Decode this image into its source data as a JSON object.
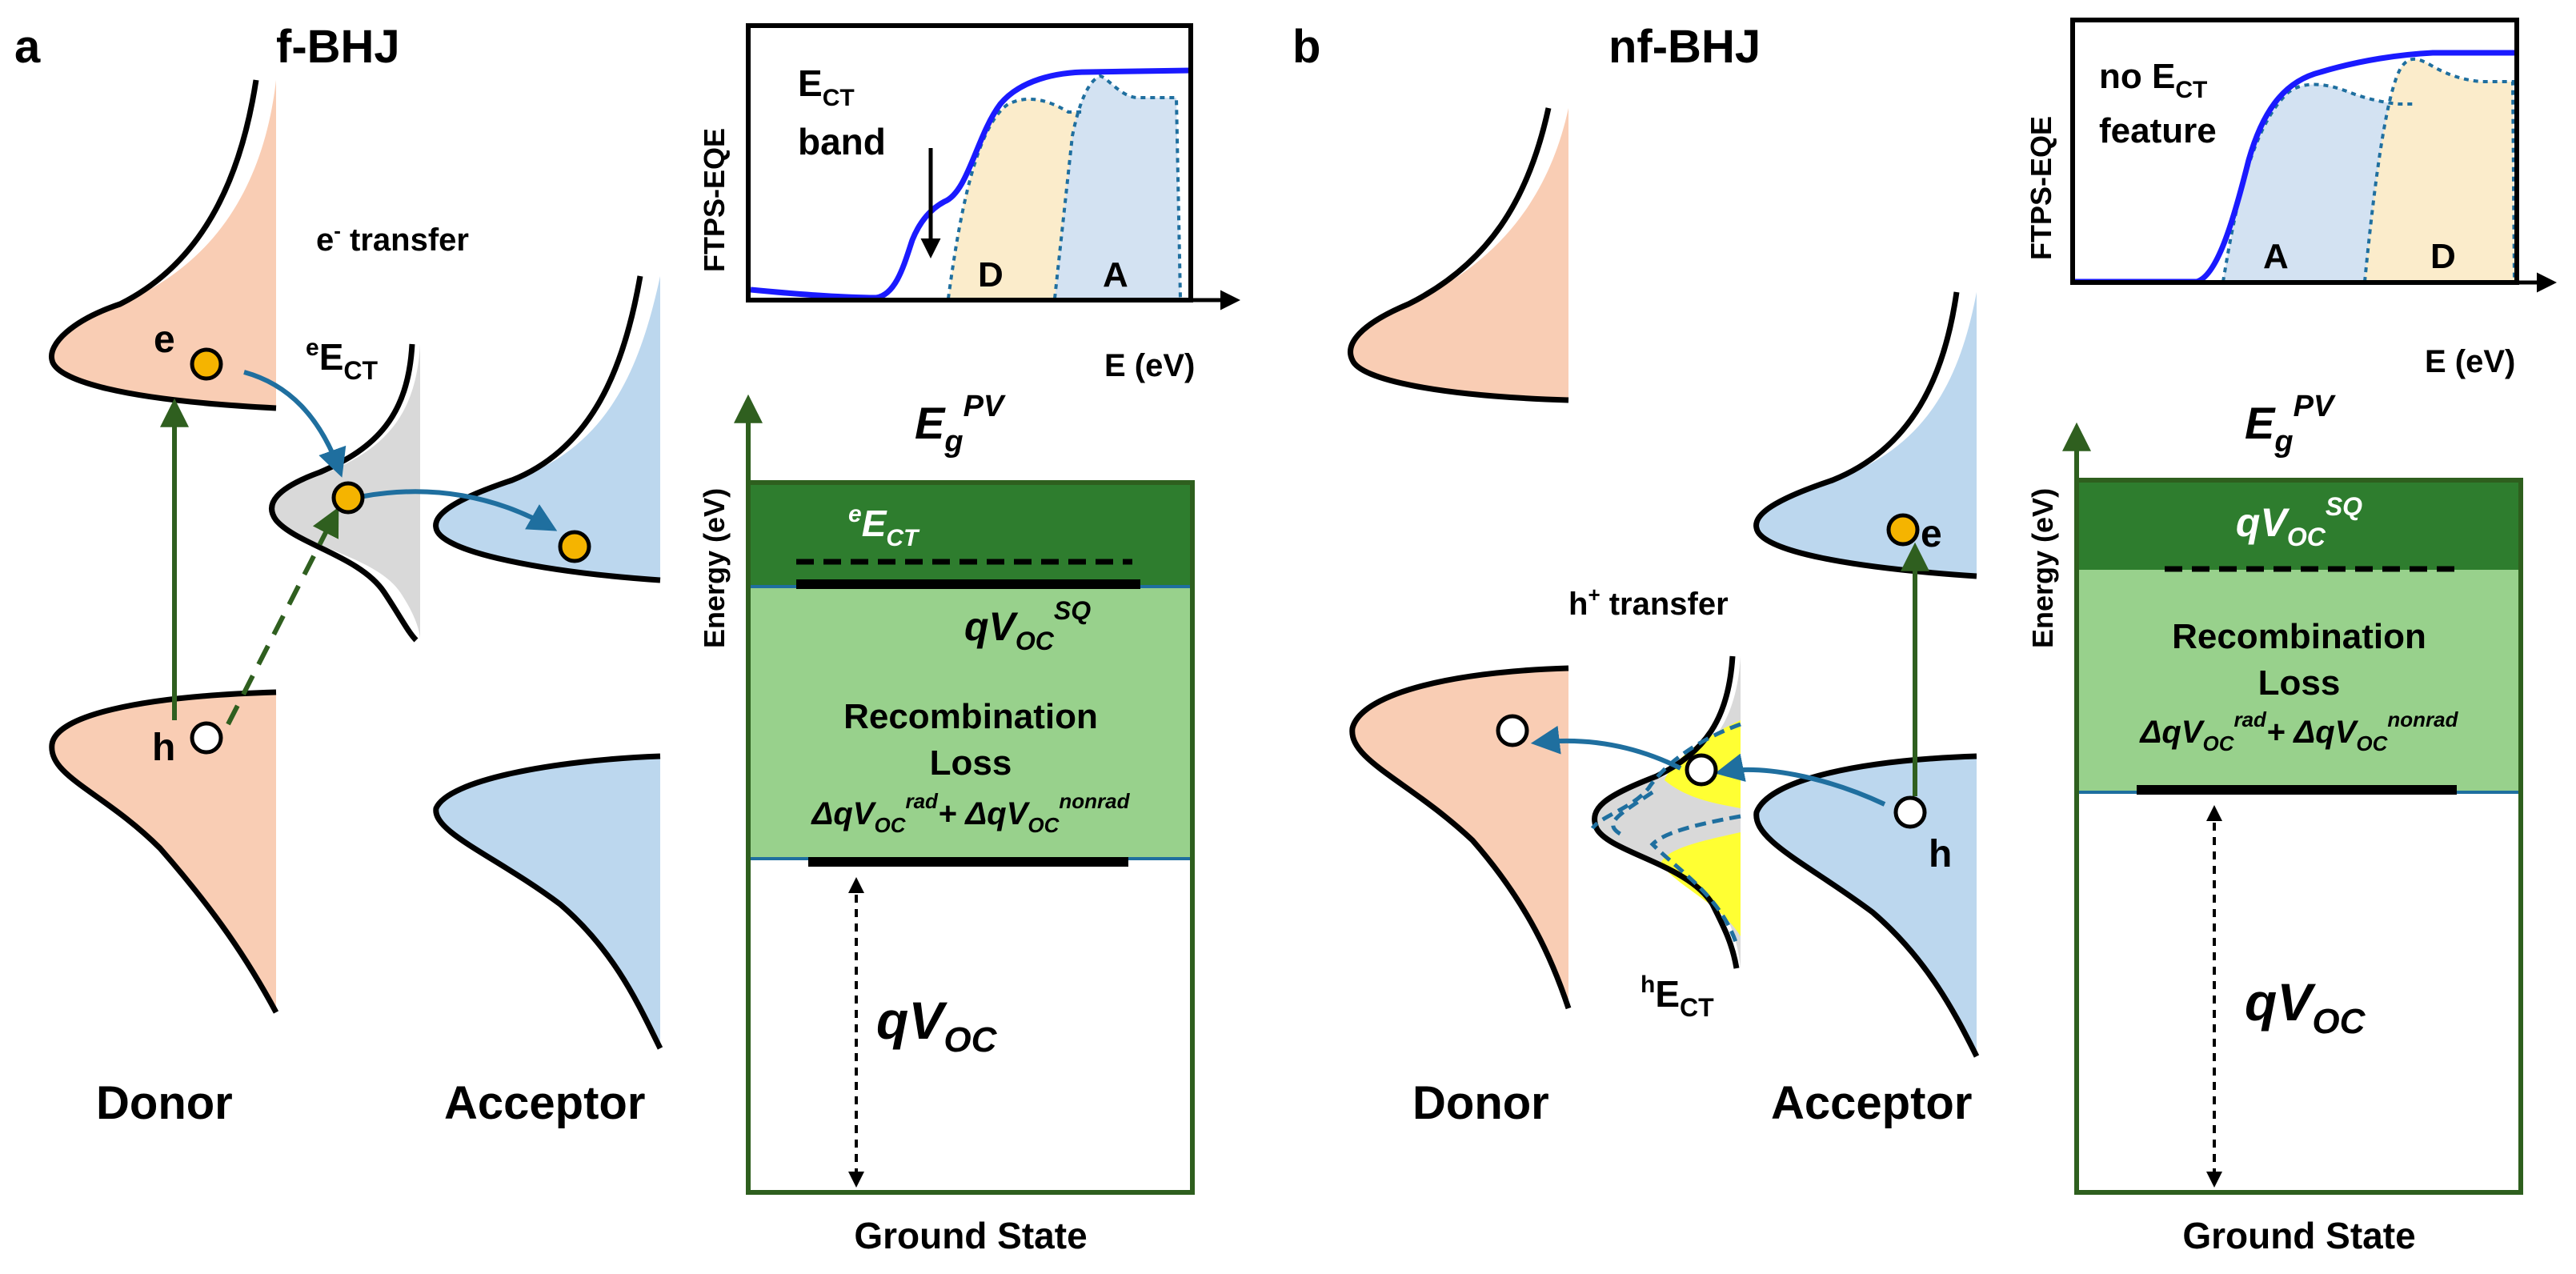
{
  "panel_a": {
    "letter": "a",
    "title": "f-BHJ",
    "donor_label": "Donor",
    "acceptor_label": "Acceptor",
    "transfer_label": "e",
    "transfer_sup": "-",
    "transfer_rest": " transfer",
    "ect_sup": "e",
    "ect_main": "E",
    "ect_sub": "CT",
    "e_label": "e",
    "h_label": "h",
    "inset": {
      "ylabel": "FTPS-EQE",
      "xlabel": "E (eV)",
      "note_main": "E",
      "note_sub": "CT",
      "note_line2": "band",
      "region1": "D",
      "region2": "A"
    },
    "energy": {
      "ylabel": "Energy (eV)",
      "egpv_main": "E",
      "egpv_sub": "g",
      "egpv_sup": "PV",
      "top_sup": "e",
      "top_main": "E",
      "top_sub": "CT",
      "sq_main": "qV",
      "sq_sub": "OC",
      "sq_sup": "SQ",
      "recomb_line1": "Recombination",
      "recomb_line2": "Loss",
      "loss_a": "ΔqV",
      "loss_a_sub": "OC",
      "loss_a_sup": "rad",
      "loss_plus": "+ ",
      "loss_b": "ΔqV",
      "loss_b_sub": "OC",
      "loss_b_sup": "nonrad",
      "voc_main": "qV",
      "voc_sub": "OC",
      "ground": "Ground State"
    }
  },
  "panel_b": {
    "letter": "b",
    "title": "nf-BHJ",
    "donor_label": "Donor",
    "acceptor_label": "Acceptor",
    "transfer_label": "h",
    "transfer_sup": "+",
    "transfer_rest": " transfer",
    "ect_sup": "h",
    "ect_main": "E",
    "ect_sub": "CT",
    "e_label": "e",
    "h_label": "h",
    "inset": {
      "ylabel": "FTPS-EQE",
      "xlabel": "E (eV)",
      "note_line1": "no E",
      "note_sub": "CT",
      "note_line2": "feature",
      "region1": "A",
      "region2": "D"
    },
    "energy": {
      "ylabel": "Energy (eV)",
      "egpv_main": "E",
      "egpv_sub": "g",
      "egpv_sup": "PV",
      "sq_main": "qV",
      "sq_sub": "OC",
      "sq_sup": "SQ",
      "recomb_line1": "Recombination",
      "recomb_line2": "Loss",
      "loss_a": "ΔqV",
      "loss_a_sub": "OC",
      "loss_a_sup": "rad",
      "loss_plus": "+ ",
      "loss_b": "ΔqV",
      "loss_b_sub": "OC",
      "loss_b_sup": "nonrad",
      "voc_main": "qV",
      "voc_sub": "OC",
      "ground": "Ground State"
    }
  },
  "colors": {
    "donor_fill": "#f9cdb4",
    "acceptor_fill": "#bcd7ee",
    "ct_fill": "#d9d9d9",
    "ct_yellow": "#ffff33",
    "dark_green": "#2e7d2e",
    "light_green": "#98d18c",
    "electron": "#f5b400",
    "arrow_blue": "#1f6f9f",
    "curve_blue": "#1a1aff",
    "inset_d": "#fbeccb",
    "inset_a": "#d3e2f2"
  }
}
